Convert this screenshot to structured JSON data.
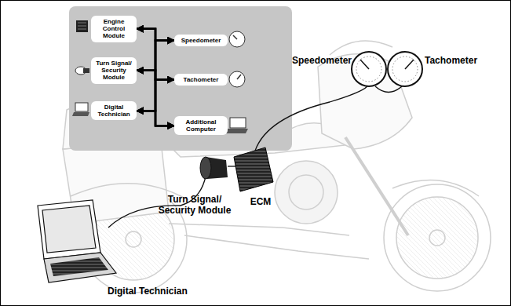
{
  "diagram": {
    "nodes": [
      {
        "text": [
          "Engine Control Module"
        ]
      },
      {
        "text": [
          "Turn Signal/ Security Module"
        ]
      },
      {
        "text": [
          "Digital Technician"
        ]
      },
      {
        "text": [
          "Speedometer"
        ]
      },
      {
        "text": [
          "Tachometer"
        ]
      },
      {
        "text": [
          "Additional Computer"
        ]
      }
    ],
    "edges": [
      {
        "from": 0,
        "to": 3,
        "arrow": "both"
      },
      {
        "from": 0,
        "to": 4,
        "arrow": "both"
      },
      {
        "from": 0,
        "to": 5,
        "arrow": "both"
      },
      {
        "from": 1,
        "to": 3,
        "arrow": "both"
      },
      {
        "from": 1,
        "to": 4,
        "arrow": "both"
      },
      {
        "from": 1,
        "to": 5,
        "arrow": "both"
      },
      {
        "from": 2,
        "to": 3,
        "arrow": "both"
      },
      {
        "from": 2,
        "to": 4,
        "arrow": "both"
      },
      {
        "from": 2,
        "to": 5,
        "arrow": "both"
      }
    ],
    "labels": [
      "Speedometer",
      "Tachometer",
      "Turn Signal/ Security Module",
      "ECM",
      "Digital Technician"
    ]
  }
}
